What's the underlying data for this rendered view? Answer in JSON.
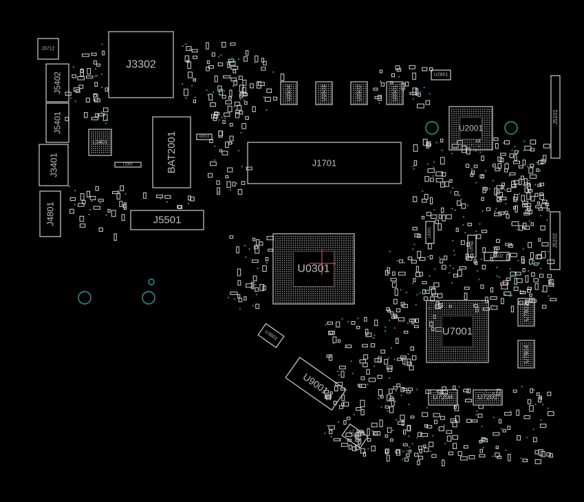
{
  "viewer": {
    "background_color": "#000000",
    "outline_color": "#cfcfcf",
    "via_color": "#1f8f86",
    "cursor_color": "#e0607a"
  },
  "components": [
    {
      "ref": "J3712"
    },
    {
      "ref": "J3302"
    },
    {
      "ref": "J5402"
    },
    {
      "ref": "J5401"
    },
    {
      "ref": "J3401"
    },
    {
      "ref": "L3401"
    },
    {
      "ref": "BAT2001"
    },
    {
      "ref": "J4801"
    },
    {
      "ref": "J5501"
    },
    {
      "ref": "J1701"
    },
    {
      "ref": "U0301"
    },
    {
      "ref": "U2001"
    },
    {
      "ref": "U7001"
    },
    {
      "ref": "U7204"
    },
    {
      "ref": "U7201"
    },
    {
      "ref": "U7802"
    },
    {
      "ref": "U7804"
    },
    {
      "ref": "U1504"
    },
    {
      "ref": "U1503"
    },
    {
      "ref": "U1502"
    },
    {
      "ref": "U1501"
    },
    {
      "ref": "U2801"
    },
    {
      "ref": "J5101"
    },
    {
      "ref": "J5102"
    },
    {
      "ref": "U9001"
    },
    {
      "ref": "U3601"
    },
    {
      "ref": "U3801"
    },
    {
      "ref": "L8301"
    },
    {
      "ref": "L8501"
    },
    {
      "ref": "L8502"
    },
    {
      "ref": "L2301"
    },
    {
      "ref": "R2810"
    }
  ]
}
